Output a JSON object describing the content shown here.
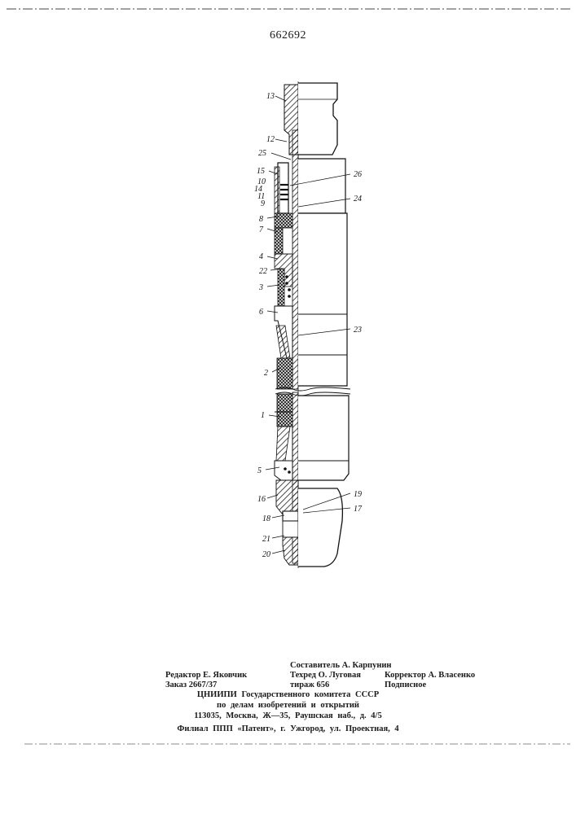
{
  "page_number": "662692",
  "figure": {
    "labels": [
      {
        "id": "l13",
        "text": "13"
      },
      {
        "id": "l12",
        "text": "12"
      },
      {
        "id": "l25",
        "text": "25"
      },
      {
        "id": "l15",
        "text": "15"
      },
      {
        "id": "l10",
        "text": "10"
      },
      {
        "id": "l14",
        "text": "14"
      },
      {
        "id": "l11",
        "text": "11"
      },
      {
        "id": "l9",
        "text": "9"
      },
      {
        "id": "l26",
        "text": "26"
      },
      {
        "id": "l24",
        "text": "24"
      },
      {
        "id": "l8",
        "text": "8"
      },
      {
        "id": "l7",
        "text": "7"
      },
      {
        "id": "l4",
        "text": "4"
      },
      {
        "id": "l22",
        "text": "22"
      },
      {
        "id": "l3",
        "text": "3"
      },
      {
        "id": "l6",
        "text": "6"
      },
      {
        "id": "l23",
        "text": "23"
      },
      {
        "id": "l2",
        "text": "2"
      },
      {
        "id": "l1",
        "text": "1"
      },
      {
        "id": "l5",
        "text": "5"
      },
      {
        "id": "l16",
        "text": "16"
      },
      {
        "id": "l19",
        "text": "19"
      },
      {
        "id": "l18",
        "text": "18"
      },
      {
        "id": "l17",
        "text": "17"
      },
      {
        "id": "l21",
        "text": "21"
      },
      {
        "id": "l20",
        "text": "20"
      }
    ]
  },
  "colophon": {
    "compiler": "Составитель А. Карпунин",
    "editor": "Редактор Е. Яковчик",
    "techred": "Техред О. Луговая",
    "corrector": "Корректор А. Власенко",
    "order": "Заказ 2667/37",
    "circulation": "тираж 656",
    "subscription": "Подписное",
    "org_line1": "ЦНИИПИ Государственного комитета СССР",
    "org_line2": "по делам изобретений и открытий",
    "address": "113035, Москва, Ж—35, Раушская наб., д. 4/5",
    "branch": "Филиал ППП «Патент», г. Ужгород, ул. Проектная, 4"
  }
}
